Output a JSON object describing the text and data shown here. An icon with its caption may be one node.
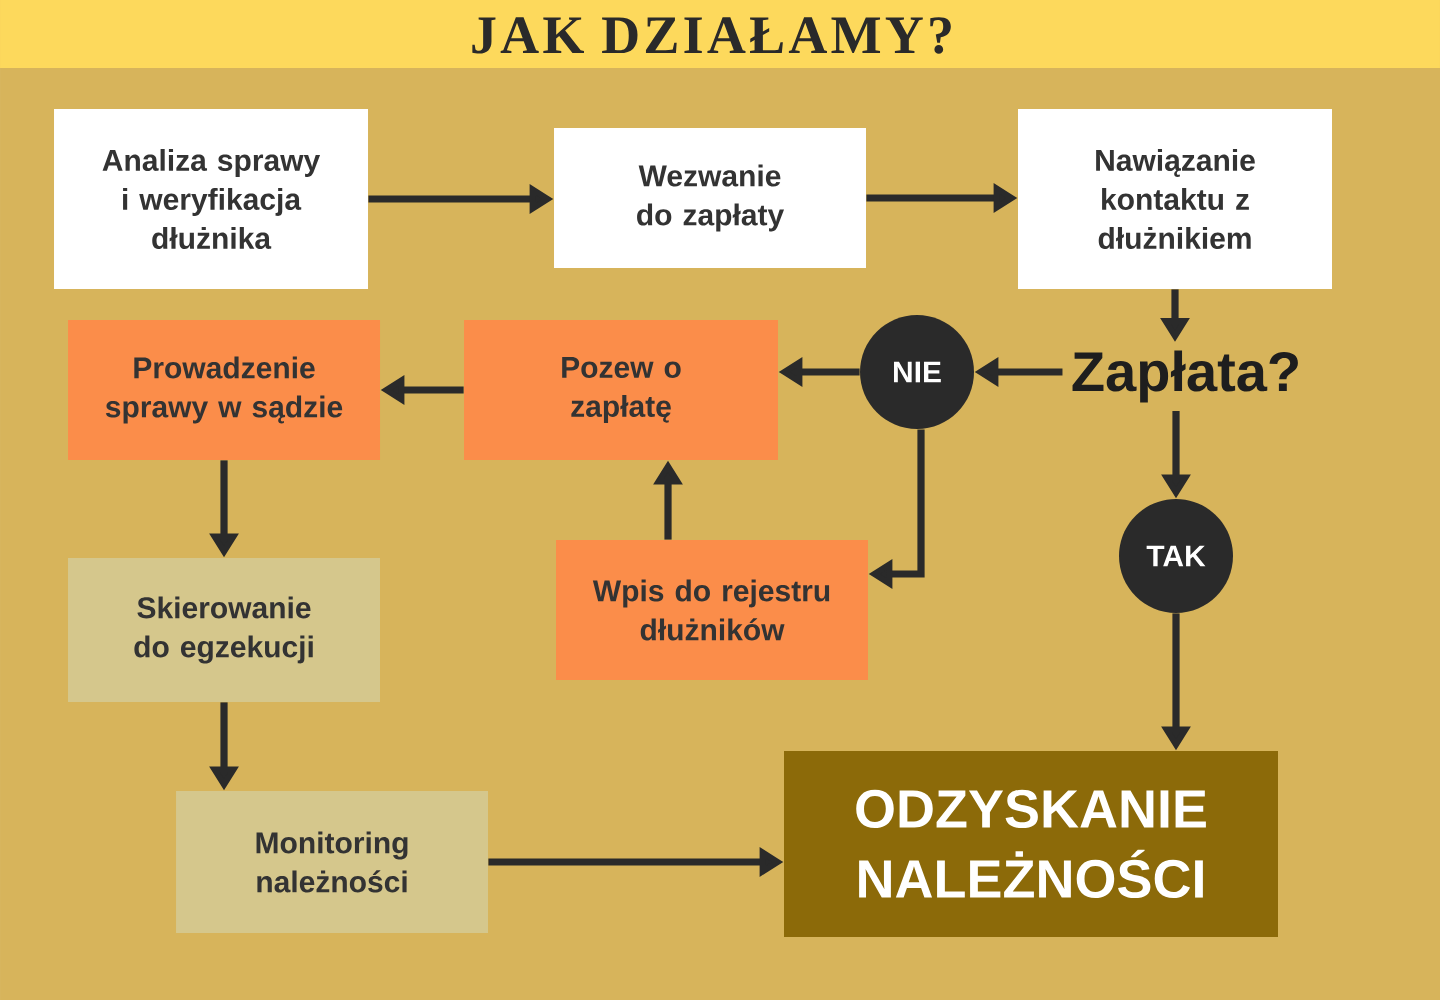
{
  "diagram": {
    "title": "JAK DZIAŁAMY?",
    "nodes": [
      {
        "text": [
          "Analiza sprawy i weryfikacja dłużnika"
        ]
      },
      {
        "text": [
          "Wezwanie do zapłaty"
        ]
      },
      {
        "text": [
          "Nawiązanie kontaktu z dłużnikiem"
        ]
      },
      {
        "text": [
          "Prowadzenie sprawy w sądzie"
        ]
      },
      {
        "text": [
          "Pozew o zapłatę"
        ]
      },
      {
        "text": [
          "NIE"
        ]
      },
      {
        "text": [
          "Zapłata?"
        ]
      },
      {
        "text": [
          "Skierowanie do egzekucji"
        ]
      },
      {
        "text": [
          "Wpis do rejestru dłużników"
        ]
      },
      {
        "text": [
          "TAK"
        ]
      },
      {
        "text": [
          "Monitoring należności"
        ]
      },
      {
        "text": [
          "ODZYSKANIE NALEŻNOŚCI"
        ]
      }
    ],
    "edges": [
      {
        "from": 0,
        "to": 1,
        "arrow": "to"
      },
      {
        "from": 1,
        "to": 2,
        "arrow": "to"
      },
      {
        "from": 2,
        "to": 6,
        "arrow": "to"
      },
      {
        "from": 6,
        "to": 5,
        "arrow": "to"
      },
      {
        "from": 5,
        "to": 4,
        "arrow": "to"
      },
      {
        "from": 5,
        "to": 8,
        "arrow": "to"
      },
      {
        "from": 8,
        "to": 4,
        "arrow": "to"
      },
      {
        "from": 4,
        "to": 3,
        "arrow": "to"
      },
      {
        "from": 3,
        "to": 7,
        "arrow": "to"
      },
      {
        "from": 7,
        "to": 10,
        "arrow": "to"
      },
      {
        "from": 10,
        "to": 11,
        "arrow": "to"
      },
      {
        "from": 6,
        "to": 9,
        "arrow": "to"
      },
      {
        "from": 9,
        "to": 11,
        "arrow": "to"
      }
    ]
  }
}
